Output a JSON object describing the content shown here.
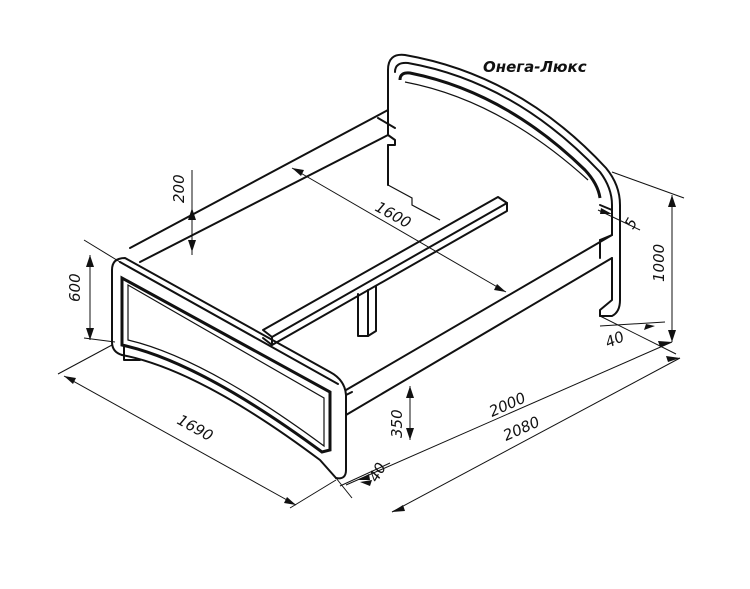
{
  "title": "Онега-Люкс",
  "dimensions": {
    "width_total": "1690",
    "mattress_width": "1600",
    "length_inner": "2000",
    "length_total": "2080",
    "footboard_height": "600",
    "headboard_height": "1000",
    "side_height": "200",
    "leg_height": "350",
    "thickness_foot": "40",
    "thickness_head": "40",
    "gap": "5"
  }
}
